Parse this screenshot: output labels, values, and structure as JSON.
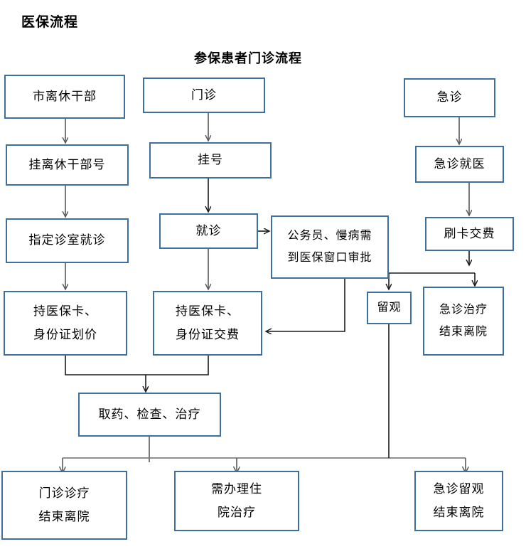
{
  "page": {
    "title": "医保流程",
    "subtitle": "参保患者门诊流程",
    "border_color": "#3f6f9f",
    "arrow_color": "#595959",
    "background": "#ffffff"
  },
  "nodes": {
    "shilixiu": {
      "line1": "市离休干部"
    },
    "menzhen": {
      "line1": "门诊"
    },
    "jizhen": {
      "line1": "急诊"
    },
    "gualixiuhao": {
      "line1": "挂离休干部号"
    },
    "guahao": {
      "line1": "挂号"
    },
    "jizhenjiuyi": {
      "line1": "急诊就医"
    },
    "zhidingzhenshi": {
      "line1": "指定诊室就诊"
    },
    "jiuzhen": {
      "line1": "就诊"
    },
    "gongwuyuan": {
      "line1": "公务员、慢病需",
      "line2": "到医保窗口审批"
    },
    "shuakajiaofei": {
      "line1": "刷卡交费"
    },
    "chiyibaoka_huajia": {
      "line1": "持医保卡、",
      "line2": "身份证划价"
    },
    "chiyibaoka_jiaofei": {
      "line1": "持医保卡、",
      "line2": "身份证交费"
    },
    "liuguan": {
      "line1": "留观"
    },
    "jizhenzhiliao": {
      "line1": "急诊治疗",
      "line2": "结束离院"
    },
    "quyao": {
      "line1": "取药、检查、治疗"
    },
    "menzhenzhenliao": {
      "line1": "门诊诊疗",
      "line2": "结束离院"
    },
    "xubanlizhuyuan": {
      "line1": "需办理住",
      "line2": "院治疗"
    },
    "jizhenliuguan": {
      "line1": "急诊留观",
      "line2": "结束离院"
    }
  }
}
